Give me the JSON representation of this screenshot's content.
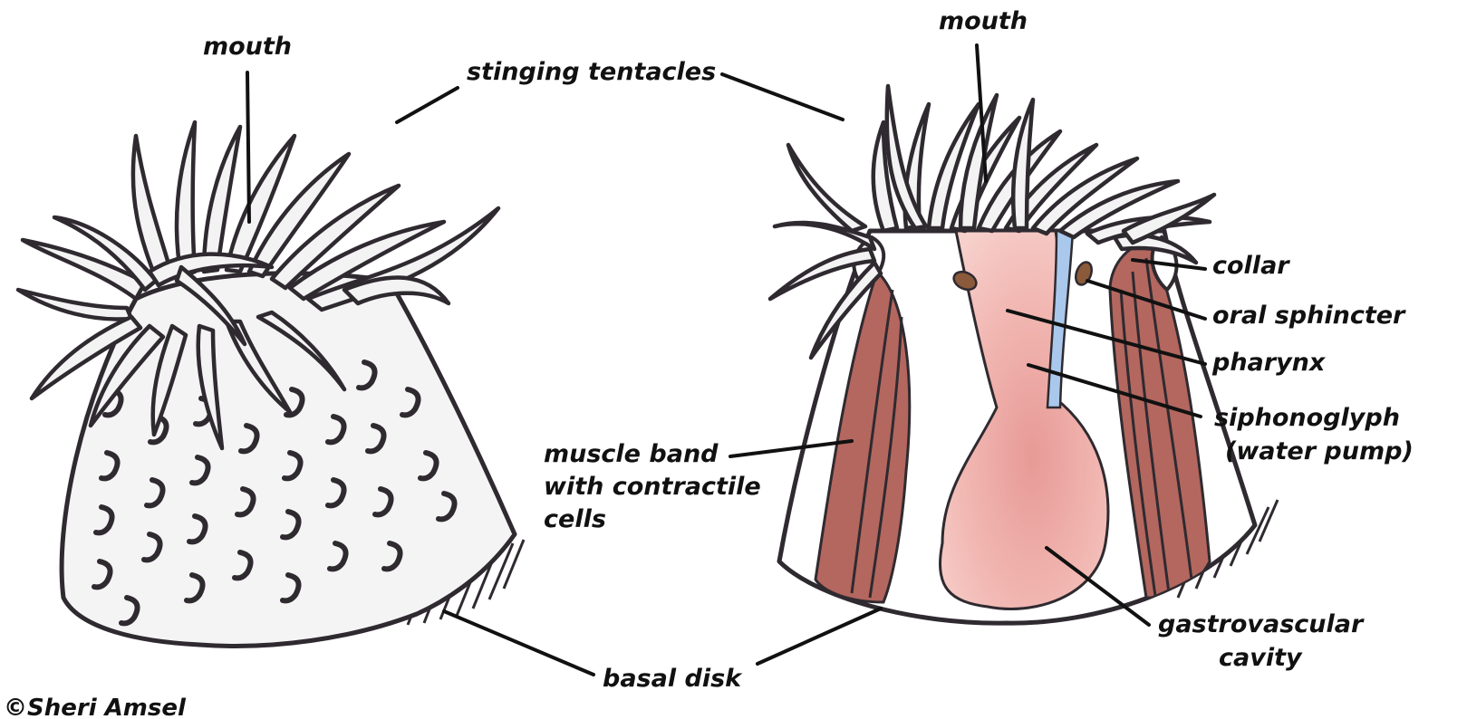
{
  "colors": {
    "outline": "#2f2a30",
    "body_fill": "#f4f4f4",
    "muscle": "#b3675f",
    "pharynx": "#f1b6b1",
    "siphonoglyph": "#a9c8ec",
    "sphincter": "#8a5a3a"
  },
  "labels": {
    "left_mouth": "mouth",
    "stinging_tentacles": "stinging tentacles",
    "right_mouth": "mouth",
    "collar": "collar",
    "oral_sphincter": "oral sphincter",
    "pharynx": "pharynx",
    "siphonoglyph_line1": "siphonoglyph",
    "siphonoglyph_line2": "(water pump)",
    "muscle_band_line1": "muscle band",
    "muscle_band_line2": "with contractile",
    "muscle_band_line3": "cells",
    "gastrovascular_line1": "gastrovascular",
    "gastrovascular_line2": "cavity",
    "basal_disk": "basal disk",
    "credit": "©Sheri Amsel"
  }
}
